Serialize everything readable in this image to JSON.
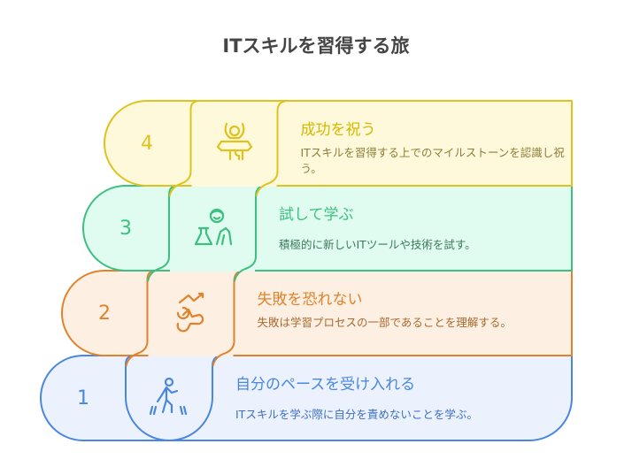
{
  "title": "ITスキルを習得する旅",
  "steps": [
    {
      "number": "1",
      "title": "自分のペースを受け入れる",
      "description": "ITスキルを学ぶ際に自分を責めないことを学ぶ。",
      "icon": "walking-person-icon",
      "stroke": "#4a86e0",
      "fill": "#ebf2fe",
      "title_color": "#4a86e0",
      "desc_color": "#3f6fc0"
    },
    {
      "number": "2",
      "title": "失敗を恐れない",
      "description": "失敗は学習プロセスの一部であることを理解する。",
      "icon": "stumbling-person-icon",
      "stroke": "#e0832c",
      "fill": "#fdefe2",
      "title_color": "#e0832c",
      "desc_color": "#a86a30"
    },
    {
      "number": "3",
      "title": "試して学ぶ",
      "description": "積極的に新しいITツールや技術を試す。",
      "icon": "scientist-flask-icon",
      "stroke": "#3dbf80",
      "fill": "#e0fbef",
      "title_color": "#3dbf80",
      "desc_color": "#3d7a5c"
    },
    {
      "number": "4",
      "title": "成功を祝う",
      "description": "ITスキルを習得する上でのマイルストーンを認識し祝う。",
      "icon": "celebrating-person-icon",
      "stroke": "#e0c21f",
      "fill": "#fef9db",
      "title_color": "#d6b800",
      "desc_color": "#8c7d3a"
    }
  ]
}
